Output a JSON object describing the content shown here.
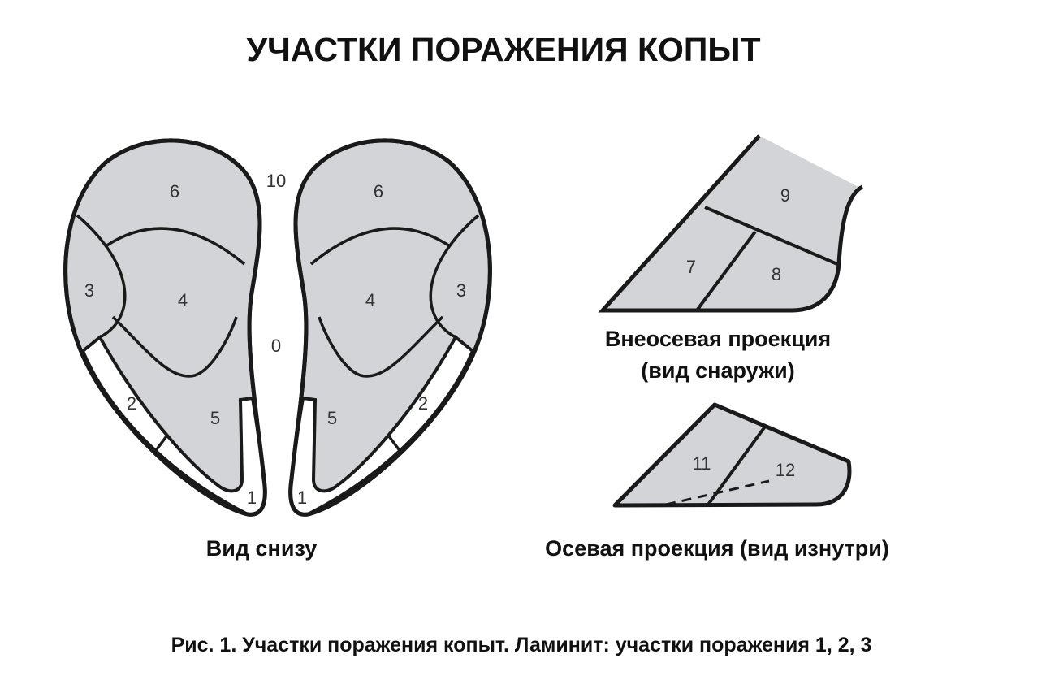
{
  "title": "УЧАСТКИ ПОРАЖЕНИЯ КОПЫТ",
  "views": {
    "bottom": {
      "caption": "Вид снизу",
      "zones_left": [
        "6",
        "10",
        "3",
        "4",
        "0",
        "2",
        "5",
        "1"
      ],
      "zones_right": [
        "6",
        "4",
        "3",
        "2",
        "5",
        "1"
      ]
    },
    "abaxial": {
      "caption_line1": "Внеосевая проекция",
      "caption_line2": "(вид снаружи)",
      "zones": [
        "9",
        "7",
        "8"
      ]
    },
    "axial": {
      "caption": "Осевая проекция (вид изнутри)",
      "zones": [
        "11",
        "12"
      ]
    }
  },
  "figure_caption": "Рис. 1. Участки поражения копыт. Ламинит: участки поражения 1, 2, 3",
  "colors": {
    "zone_fill": "#d3d4d7",
    "outline": "#1a1a1a",
    "text": "#111111"
  }
}
